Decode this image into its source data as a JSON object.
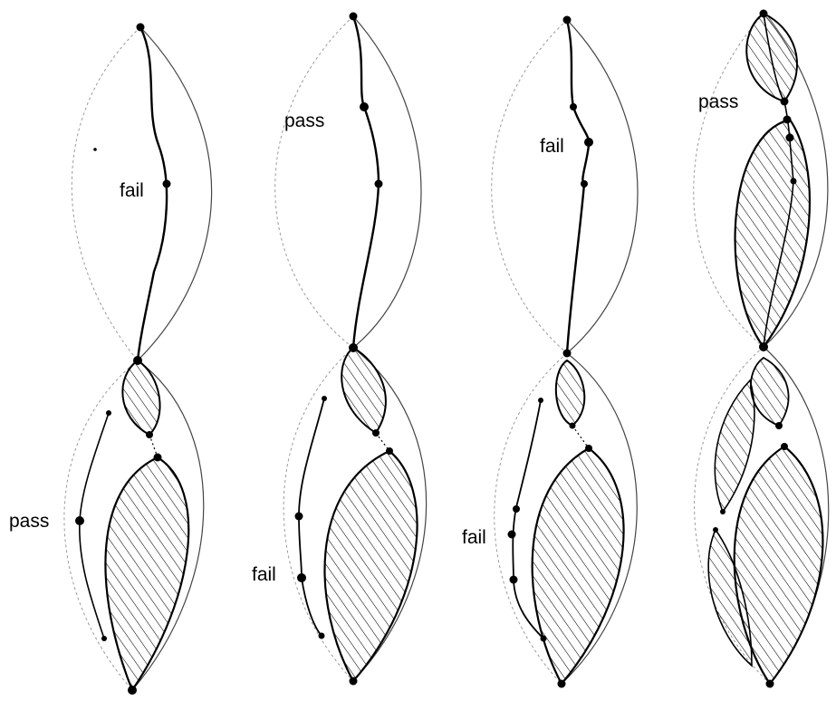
{
  "figure": {
    "panels": [
      {
        "top_label": "fail",
        "bottom_label": "pass"
      },
      {
        "top_label": "pass",
        "bottom_label": "fail"
      },
      {
        "top_label": "fail",
        "bottom_label": "fail"
      },
      {
        "top_label": "pass",
        "bottom_label": ""
      }
    ]
  }
}
